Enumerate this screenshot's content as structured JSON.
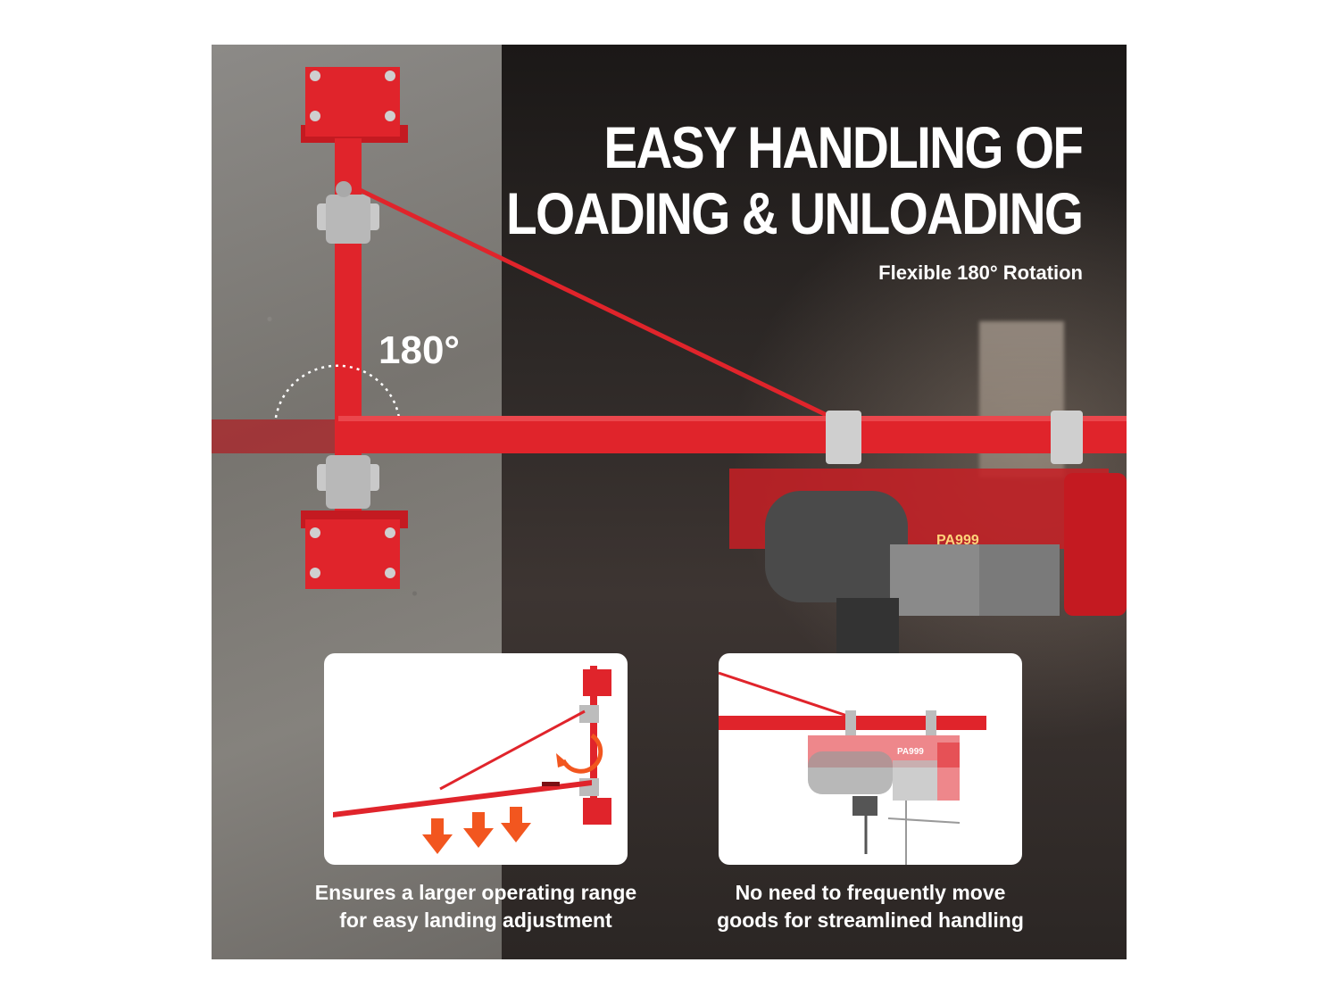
{
  "headline": {
    "line1": "EASY HANDLING OF",
    "line2": "LOADING & UNLOADING"
  },
  "subheadline": "Flexible 180° Rotation",
  "rotation_label": "180°",
  "hoist_model": "PA999",
  "features": [
    {
      "caption_line1": "Ensures a larger operating range",
      "caption_line2": "for easy landing adjustment"
    },
    {
      "caption_line1": "No need to frequently move",
      "caption_line2": "goods for streamlined handling"
    }
  ],
  "colors": {
    "red": "#e0242b",
    "dark_red": "#b5161c",
    "arrow_orange": "#f2561f",
    "steel": "#c9c9c9"
  }
}
